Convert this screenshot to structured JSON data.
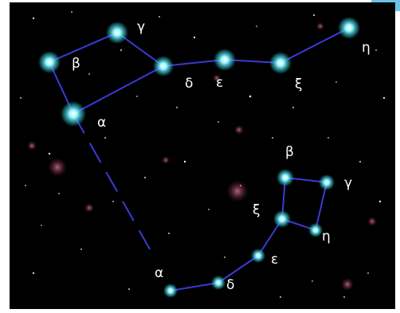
{
  "colors": {
    "sky": "#000000",
    "line": "#3a3ad8",
    "star": "#9ff8ff",
    "label": "#ffffff",
    "nebula": "#b03060"
  },
  "constellations": [
    {
      "stars": [
        {
          "label": "β"
        },
        {
          "label": "γ"
        },
        {
          "label": "δ"
        },
        {
          "label": "ε"
        },
        {
          "label": "ξ"
        },
        {
          "label": "η"
        },
        {
          "label": "α"
        }
      ]
    },
    {
      "stars": [
        {
          "label": "β"
        },
        {
          "label": "γ"
        },
        {
          "label": "ξ"
        },
        {
          "label": "η"
        },
        {
          "label": "ε"
        },
        {
          "label": "δ"
        },
        {
          "label": "α"
        }
      ]
    }
  ]
}
